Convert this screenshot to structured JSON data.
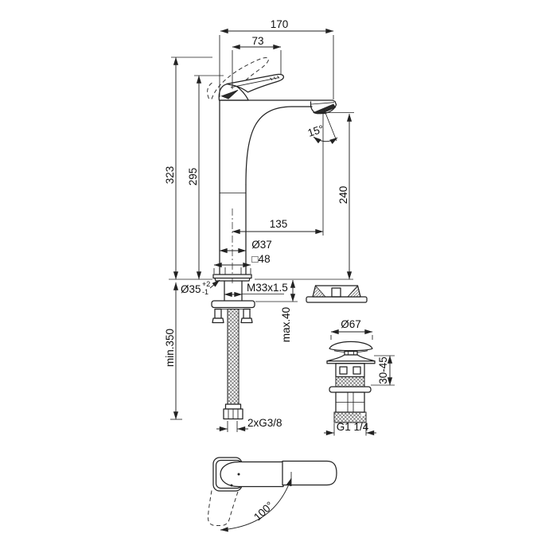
{
  "drawing": {
    "kind": "technical dimension drawing",
    "product": "single-lever tall basin mixer with pop-up waste",
    "background": "#ffffff",
    "line_color": "#222222"
  },
  "dimensions": {
    "overall_projection": "170",
    "handle_projection": "73",
    "overall_height": "323",
    "body_height": "295",
    "spout_outlet_height": "240",
    "spout_reach": "135",
    "spout_angle": "15°",
    "body_diameter": "Ø37",
    "base_width": "□48",
    "hole_diameter": "Ø35",
    "hole_tolerance_upper": "+2",
    "hole_tolerance_lower": "-1",
    "shank_thread": "M33x1.5",
    "max_deck_thickness": "max.40",
    "min_hose_length": "min.350",
    "supply_connections": "2xG3/8",
    "waste_cap_diameter": "Ø67",
    "waste_clamping_range": "30-45",
    "waste_outlet_thread": "G1 1/4",
    "handle_swivel_angle": "100°"
  }
}
